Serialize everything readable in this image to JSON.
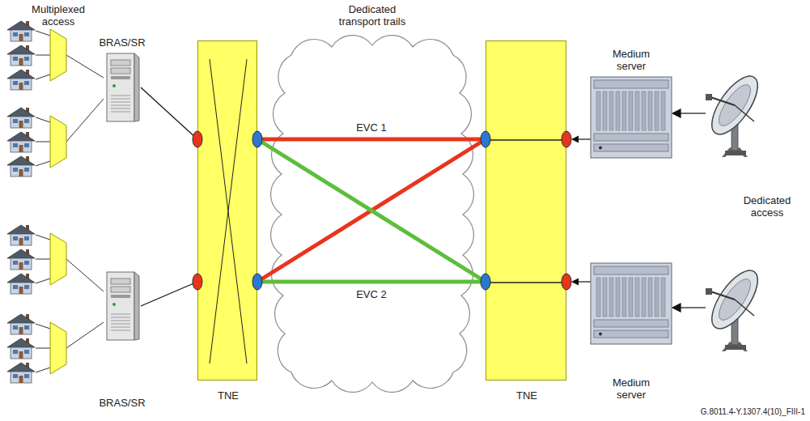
{
  "diagram": {
    "nodes": [
      {
        "text": [
          "BRAS/SR"
        ]
      },
      {
        "text": [
          "BRAS/SR"
        ]
      },
      {
        "text": [
          "TNE"
        ]
      },
      {
        "text": [
          "TNE"
        ]
      },
      {
        "text": [
          "Medium server"
        ]
      },
      {
        "text": [
          "Medium server"
        ]
      }
    ],
    "edges": [
      {
        "from": 0,
        "to": 2,
        "arrow": "none"
      },
      {
        "from": 1,
        "to": 2,
        "arrow": "none"
      },
      {
        "from": 2,
        "to": 3,
        "arrow": "none",
        "label": "EVC 1"
      },
      {
        "from": 2,
        "to": 3,
        "arrow": "none"
      },
      {
        "from": 2,
        "to": 3,
        "arrow": "none"
      },
      {
        "from": 2,
        "to": 3,
        "arrow": "none",
        "label": "EVC 2"
      },
      {
        "from": 4,
        "to": 3,
        "arrow": "to"
      },
      {
        "from": 5,
        "to": 3,
        "arrow": "to"
      }
    ],
    "labels": [
      "Multiplexed access",
      "Dedicated transport trails",
      "Dedicated access",
      "G.8011.4-Y.1307.4(10)_FIII-1"
    ]
  }
}
